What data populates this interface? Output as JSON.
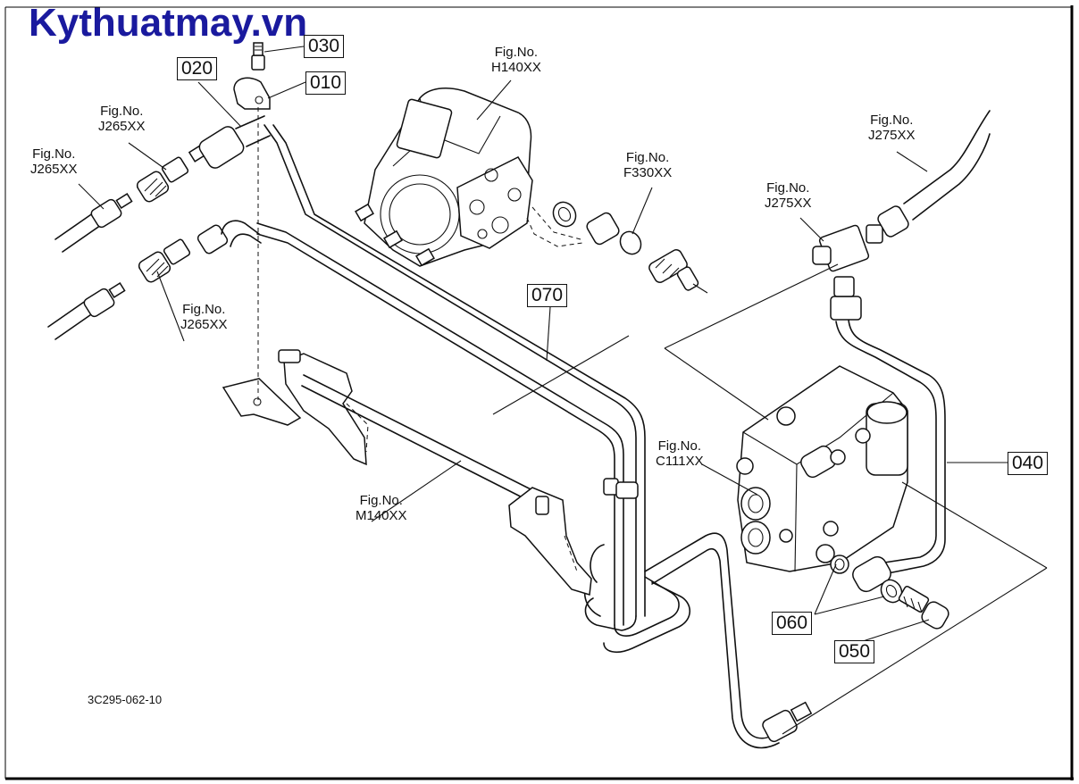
{
  "watermark": "Kythuatmay.vn",
  "drawing_code": "3C295-062-10",
  "part_numbers": {
    "p010": "010",
    "p020": "020",
    "p030": "030",
    "p040": "040",
    "p050": "050",
    "p060": "060",
    "p070": "070"
  },
  "fig_refs": {
    "prefix": "Fig.No.",
    "j265_upper": "J265XX",
    "j265_left": "J265XX",
    "j265_lower": "J265XX",
    "h140": "H140XX",
    "f330": "F330XX",
    "j275_upper": "J275XX",
    "j275_tee": "J275XX",
    "c111": "C111XX",
    "m140": "M140XX"
  },
  "colors": {
    "watermark": "#1a1a9e",
    "line": "#111111",
    "frame": "#000000"
  }
}
